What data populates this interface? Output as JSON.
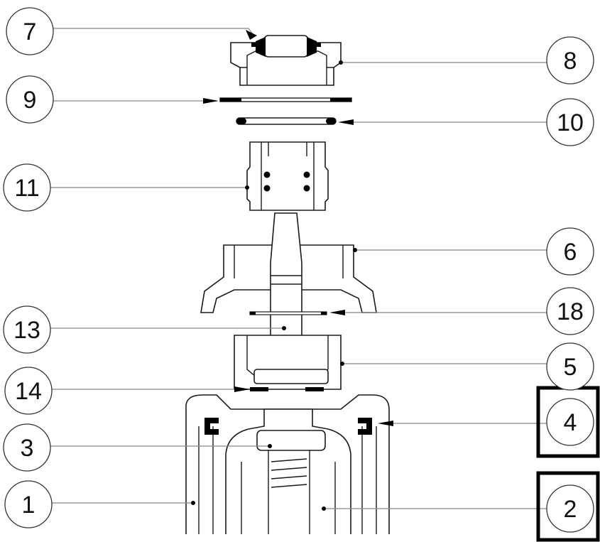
{
  "callouts": [
    {
      "id": "c7",
      "label": "7"
    },
    {
      "id": "c8",
      "label": "8"
    },
    {
      "id": "c9",
      "label": "9"
    },
    {
      "id": "c10",
      "label": "10"
    },
    {
      "id": "c11",
      "label": "11"
    },
    {
      "id": "c6",
      "label": "6"
    },
    {
      "id": "c13",
      "label": "13"
    },
    {
      "id": "c18",
      "label": "18"
    },
    {
      "id": "c14",
      "label": "14"
    },
    {
      "id": "c5",
      "label": "5"
    },
    {
      "id": "c3",
      "label": "3"
    },
    {
      "id": "c4",
      "label": "4"
    },
    {
      "id": "c1",
      "label": "1"
    },
    {
      "id": "c2",
      "label": "2"
    }
  ],
  "highlighted_callouts": [
    "4",
    "2"
  ],
  "colors": {
    "ink": "#1a1a1a",
    "leader": "#888888",
    "seal": "#000000",
    "background": "#ffffff"
  }
}
